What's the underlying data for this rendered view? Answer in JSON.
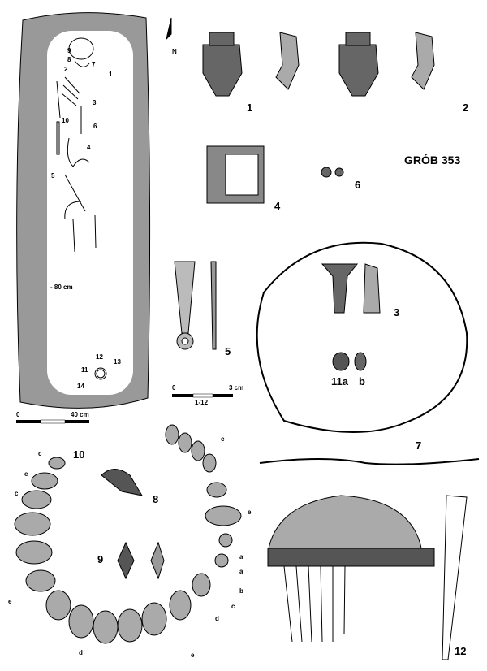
{
  "plate": {
    "title": "GRÓB 353"
  },
  "plan": {
    "north": "N",
    "depth": "- 80 cm",
    "labels": [
      "1",
      "2",
      "3",
      "4",
      "5",
      "6",
      "7",
      "8",
      "9",
      "10",
      "11",
      "12",
      "13",
      "14"
    ],
    "scale": {
      "start": "0",
      "end": "40 cm"
    }
  },
  "finds": {
    "f1": "1",
    "f2": "2",
    "f3": "3",
    "f4": "4",
    "f5": "5",
    "f6": "6",
    "f7": "7",
    "f8": "8",
    "f9": "9",
    "f10": "10",
    "f11a": "11a",
    "f11b": "b",
    "f12": "12"
  },
  "scale": {
    "start": "0",
    "end": "3 cm",
    "range": "1-12"
  },
  "beads": {
    "letters_left": [
      "c",
      "e",
      "c",
      "e"
    ],
    "letters_right": [
      "c",
      "e",
      "a",
      "a",
      "b",
      "c",
      "d"
    ],
    "letters_bottom": [
      "d",
      "e"
    ]
  },
  "colors": {
    "fill": "#999999",
    "ink": "#000000"
  }
}
